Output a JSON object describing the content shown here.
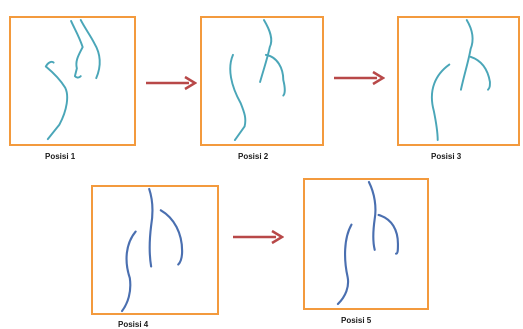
{
  "diagram": {
    "captions": {
      "p1": "Posisi 1",
      "p2": "Posisi 2",
      "p3": "Posisi 3",
      "p4": "Posisi 4",
      "p5": "Posisi 5"
    },
    "colors": {
      "frame": "#f39a3d",
      "arrow": "#b84848",
      "line_early": "#4aa6b8",
      "line_late": "#4a6fb0"
    }
  }
}
